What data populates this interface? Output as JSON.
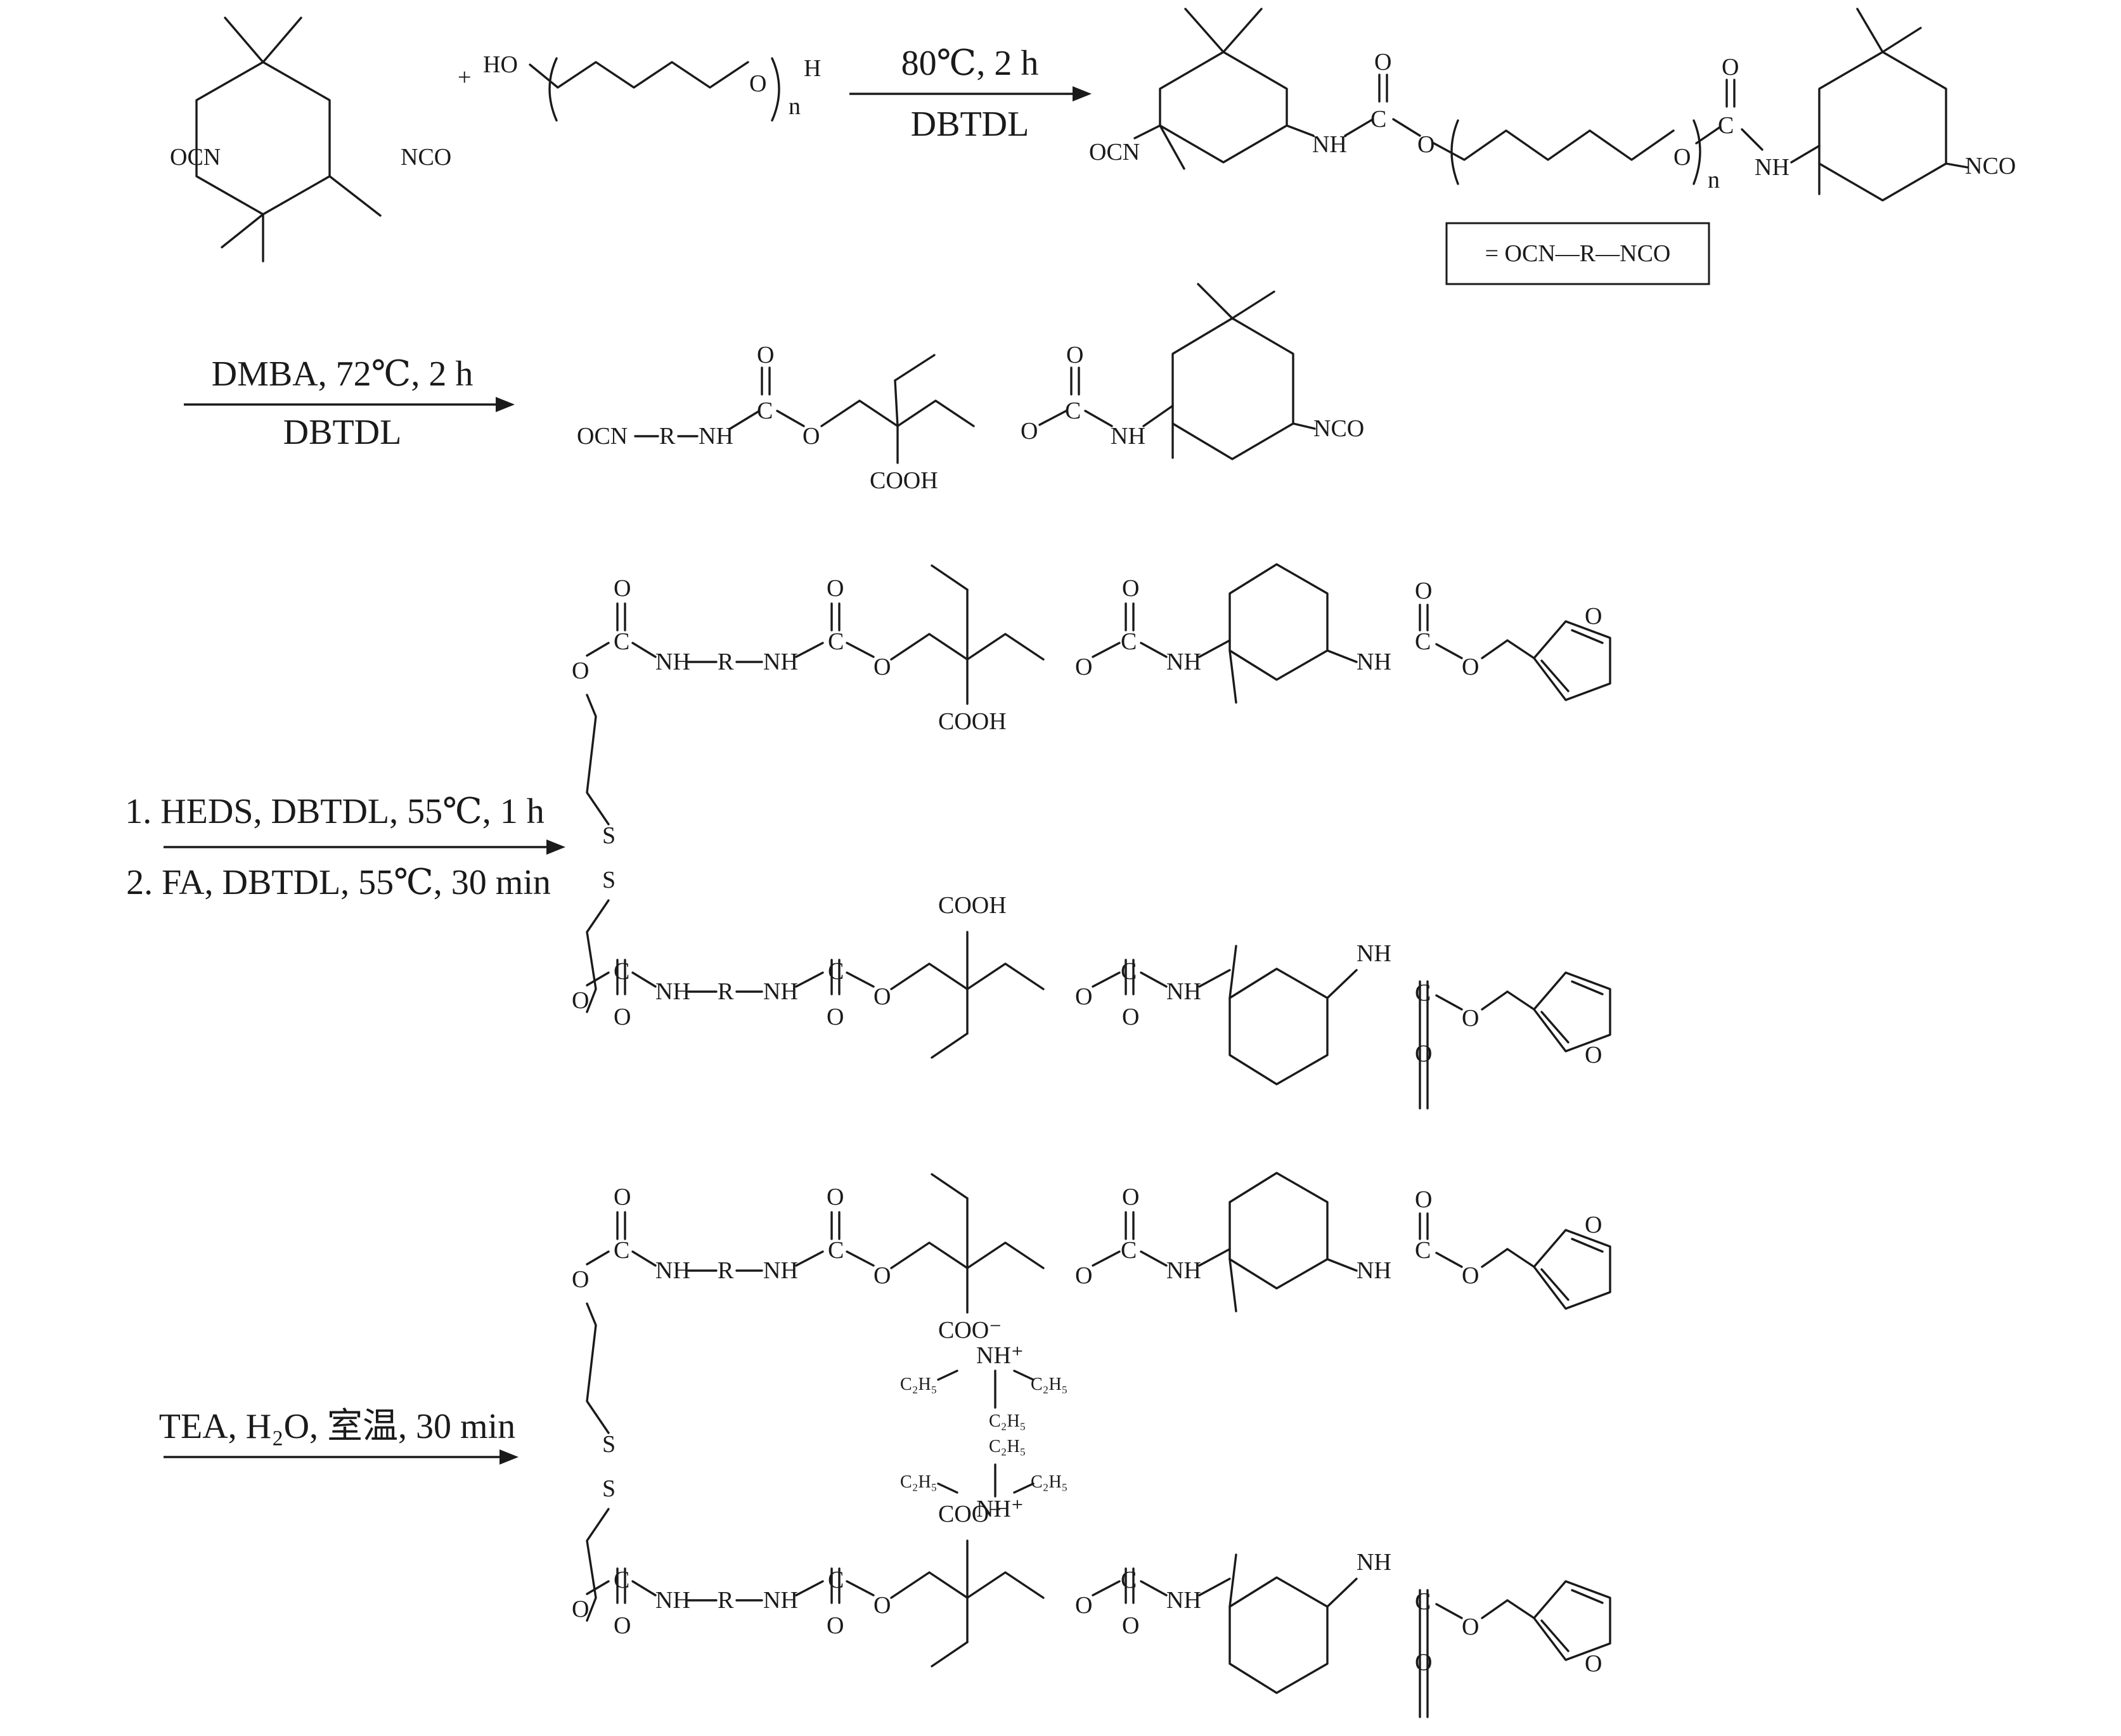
{
  "steps": [
    {
      "label_top": "80℃, 2 h",
      "label_bottom": "DBTDL"
    },
    {
      "label_top": "DMBA, 72℃, 2 h",
      "label_bottom": "DBTDL"
    },
    {
      "label_top": "1. HEDS, DBTDL, 55℃, 1 h",
      "label_bottom": "2. FA, DBTDL, 55℃, 30 min"
    },
    {
      "label_top": "TEA, H₂O, 室温, 30 min",
      "label_bottom": ""
    }
  ],
  "legend_box": {
    "text": "= OCN—R—NCO"
  },
  "atoms": {
    "ocn": "OCN",
    "nco": "NCO",
    "ho": "HO",
    "h": "H",
    "n": "n",
    "o": "O",
    "c": "C",
    "nh": "NH",
    "r": "R",
    "cooh": "COOH",
    "coo_minus": "COO⁻",
    "nh_plus": "NH⁺",
    "s": "S",
    "c2h5": "C₂H₅",
    "plus": "+"
  }
}
